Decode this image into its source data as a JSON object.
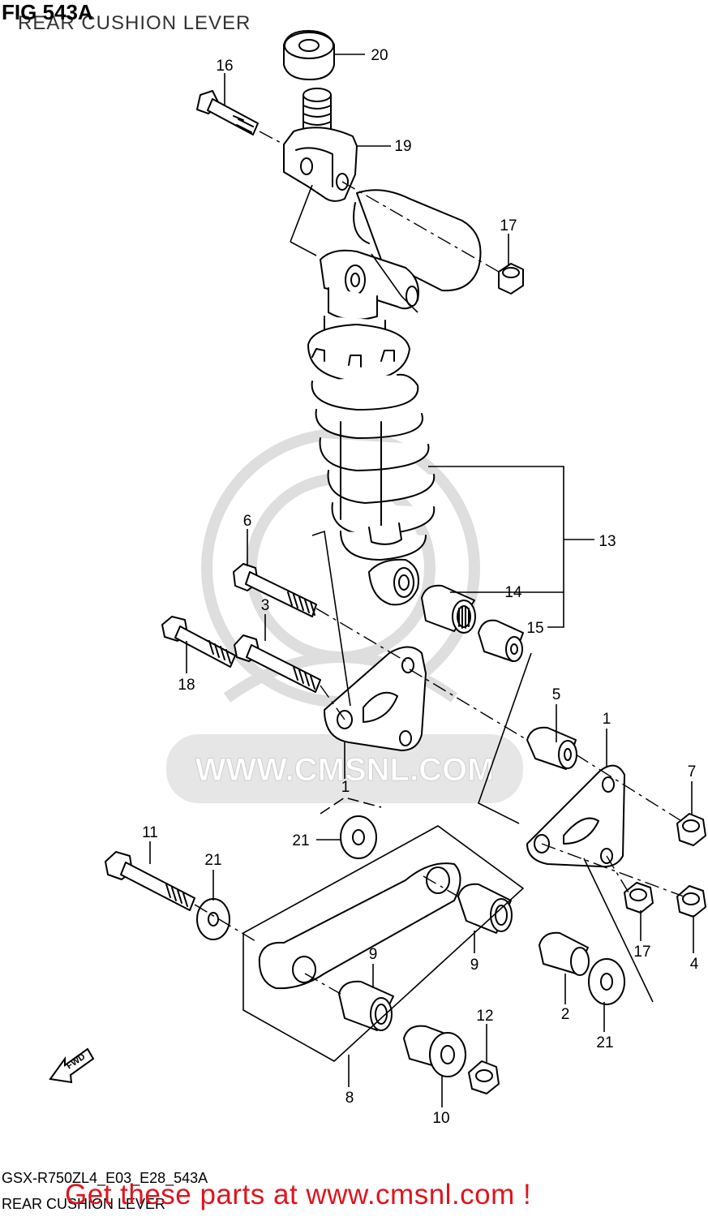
{
  "header": {
    "figure_title": "FIG 543A",
    "subtitle": "REAR CUSHION LEVER"
  },
  "watermark": {
    "text": "WWW.CMSNL.COM",
    "color": "#dcdcdc"
  },
  "callouts": [
    {
      "id": "c20",
      "label": "20"
    },
    {
      "id": "c16",
      "label": "16"
    },
    {
      "id": "c19",
      "label": "19"
    },
    {
      "id": "c17a",
      "label": "17"
    },
    {
      "id": "c13",
      "label": "13"
    },
    {
      "id": "c6",
      "label": "6"
    },
    {
      "id": "c14",
      "label": "14"
    },
    {
      "id": "c3",
      "label": "3"
    },
    {
      "id": "c15",
      "label": "15"
    },
    {
      "id": "c18",
      "label": "18"
    },
    {
      "id": "c5",
      "label": "5"
    },
    {
      "id": "c1a",
      "label": "1"
    },
    {
      "id": "c1b",
      "label": "1"
    },
    {
      "id": "c7",
      "label": "7"
    },
    {
      "id": "c11",
      "label": "11"
    },
    {
      "id": "c21a",
      "label": "21"
    },
    {
      "id": "c21b",
      "label": "21"
    },
    {
      "id": "c17b",
      "label": "17"
    },
    {
      "id": "c4",
      "label": "4"
    },
    {
      "id": "c9a",
      "label": "9"
    },
    {
      "id": "c9b",
      "label": "9"
    },
    {
      "id": "c2",
      "label": "2"
    },
    {
      "id": "c12",
      "label": "12"
    },
    {
      "id": "c21c",
      "label": "21"
    },
    {
      "id": "c8",
      "label": "8"
    },
    {
      "id": "c10",
      "label": "10"
    }
  ],
  "fwd_arrow": {
    "label": "FWD"
  },
  "footer": {
    "model_code": "GSX-R750ZL4_E03_E28_543A",
    "name": "REAR CUSHION LEVER",
    "promo": "Get these parts at www.cmsnl.com !",
    "promo_color": "#e0141e"
  }
}
